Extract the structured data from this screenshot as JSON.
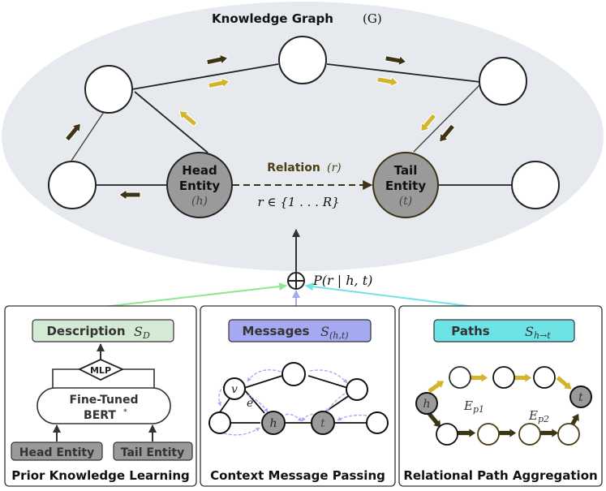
{
  "knowledge_graph": {
    "title": "Knowledge Graph",
    "title_symbol": "(G)",
    "head_node": {
      "line1": "Head",
      "line2": "Entity",
      "symbol": "(h)"
    },
    "tail_node": {
      "line1": "Tail",
      "line2": "Entity",
      "symbol": "(t)"
    },
    "relation_label": "Relation",
    "relation_symbol": "(r)",
    "relation_set": "r ∈ {1 . . . R}"
  },
  "combiner": {
    "symbol": "⊕",
    "output_label": "P(r | h, t)"
  },
  "panels": [
    {
      "id": "prior",
      "badge_label": "Description",
      "badge_symbol": "S",
      "badge_sub": "D",
      "badge_color": "#d4ead4",
      "connector_color": "#8de88d",
      "footer": "Prior Knowledge Learning",
      "mlp_label": "MLP",
      "bert_line1": "Fine-Tuned",
      "bert_line2": "BERT",
      "bert_star": "*",
      "inputs": [
        "Head Entity",
        "Tail Entity"
      ]
    },
    {
      "id": "messages",
      "badge_label": "Messages",
      "badge_symbol": "S",
      "badge_sub": "(h,t)",
      "badge_color": "#a5a9f2",
      "connector_color": "#a5a9f2",
      "footer": "Context Message Passing",
      "node_v": "v",
      "edge_e": "e",
      "node_h": "h",
      "node_t": "t"
    },
    {
      "id": "paths",
      "badge_label": "Paths",
      "badge_symbol": "S",
      "badge_sub": "h→t",
      "badge_color": "#6ee3e6",
      "connector_color": "#6ee3e6",
      "footer": "Relational Path Aggregation",
      "node_h": "h",
      "node_t": "t",
      "path1_label": "E",
      "path1_sub": "p1",
      "path2_label": "E",
      "path2_sub": "p2"
    }
  ],
  "colors": {
    "ellipse_bg": "#e6e9ed",
    "dark_arrow": "#3d3416",
    "gold_arrow": "#d2b52c",
    "entity_fill": "#9a9a9a",
    "relation_text": "#4a3f12"
  }
}
